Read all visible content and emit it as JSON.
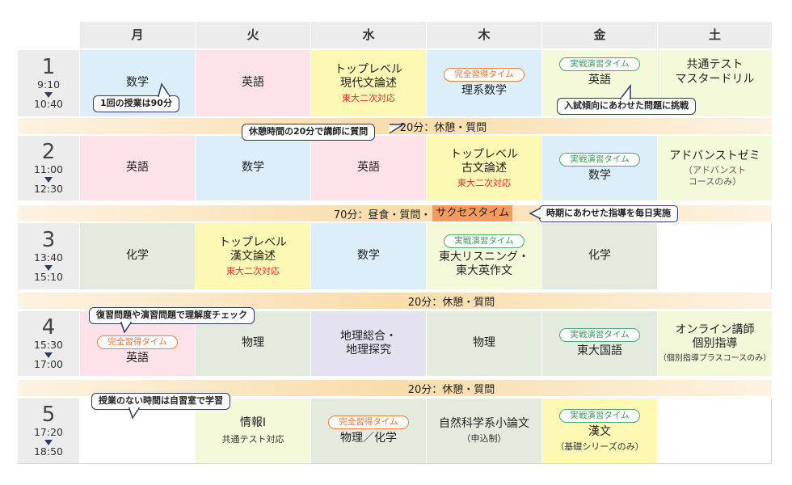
{
  "days": [
    "月",
    "火",
    "水",
    "木",
    "金",
    "土"
  ],
  "periods": [
    {
      "num": "1",
      "start": "9:10",
      "end": "10:40"
    },
    {
      "num": "2",
      "start": "11:00",
      "end": "12:30"
    },
    {
      "num": "3",
      "start": "13:40",
      "end": "15:10"
    },
    {
      "num": "4",
      "start": "15:30",
      "end": "17:00"
    },
    {
      "num": "5",
      "start": "17:20",
      "end": "18:50"
    }
  ],
  "badges": {
    "jissen": "実戦演習タイム",
    "kanzen": "完全習得タイム"
  },
  "grid": {
    "p1": {
      "mon": "数学",
      "tue": "英語",
      "wed_l1": "トップレベル",
      "wed_l2": "現代文論述",
      "wed_note": "東大二次対応",
      "thu": "理系数学",
      "fri": "英語",
      "sat_l1": "共通テスト",
      "sat_l2": "マスタードリル"
    },
    "p2": {
      "mon": "英語",
      "tue": "数学",
      "wed": "英語",
      "thu_l1": "トップレベル",
      "thu_l2": "古文論述",
      "thu_note": "東大二次対応",
      "fri": "数学",
      "sat_l1": "アドバンストゼミ",
      "sat_n1": "（アドバンスト",
      "sat_n2": "コースのみ）"
    },
    "p3": {
      "mon": "化学",
      "tue_l1": "トップレベル",
      "tue_l2": "漢文論述",
      "tue_note": "東大二次対応",
      "wed": "数学",
      "thu_l1": "東大リスニング・",
      "thu_l2": "東大英作文",
      "fri": "化学"
    },
    "p4": {
      "mon": "英語",
      "tue": "物理",
      "wed_l1": "地理総合・",
      "wed_l2": "地理探究",
      "thu": "物理",
      "fri": "東大国語",
      "sat_l1": "オンライン講師",
      "sat_l2": "個別指導",
      "sat_note": "（個別指導プラスコースのみ）"
    },
    "p5": {
      "tue": "情報Ⅰ",
      "tue_note": "共通テスト対応",
      "wed": "物理／化学",
      "thu": "自然科学系小論文",
      "thu_note": "（申込制）",
      "fri": "漢文",
      "fri_note": "（基礎シリーズのみ）"
    }
  },
  "breaks": {
    "b1": "20分：休憩・質問",
    "b2": "70分：昼食・質問・",
    "b2_hl": "サクセスタイム",
    "b3": "20分：休憩・質問",
    "b4": "20分：休憩・質問"
  },
  "callouts": {
    "c1": "1回の授業は90分",
    "c2": "入試傾向にあわせた問題に挑戦",
    "c3": "休憩時間の20分で講師に質問",
    "c4": "時期にあわせた指導を毎日実施",
    "c5": "復習問題や演習問題で理解度チェック",
    "c6": "授業のない時間は自習室で学習"
  },
  "colors": {
    "pink": "#fde2ea",
    "blue": "#dbeef9",
    "yellow": "#fdf8b3",
    "gray": "#e3ebde",
    "light_yellow": "#f4f9d9",
    "purple": "#e4e1f1",
    "break": "#f9dcaa",
    "highlight": "#f59b62",
    "green_badge": "#4aaa6a",
    "orange_badge": "#ef7f3a",
    "note_red": "#e12a2a",
    "callout_border": "#2c3b6a"
  }
}
